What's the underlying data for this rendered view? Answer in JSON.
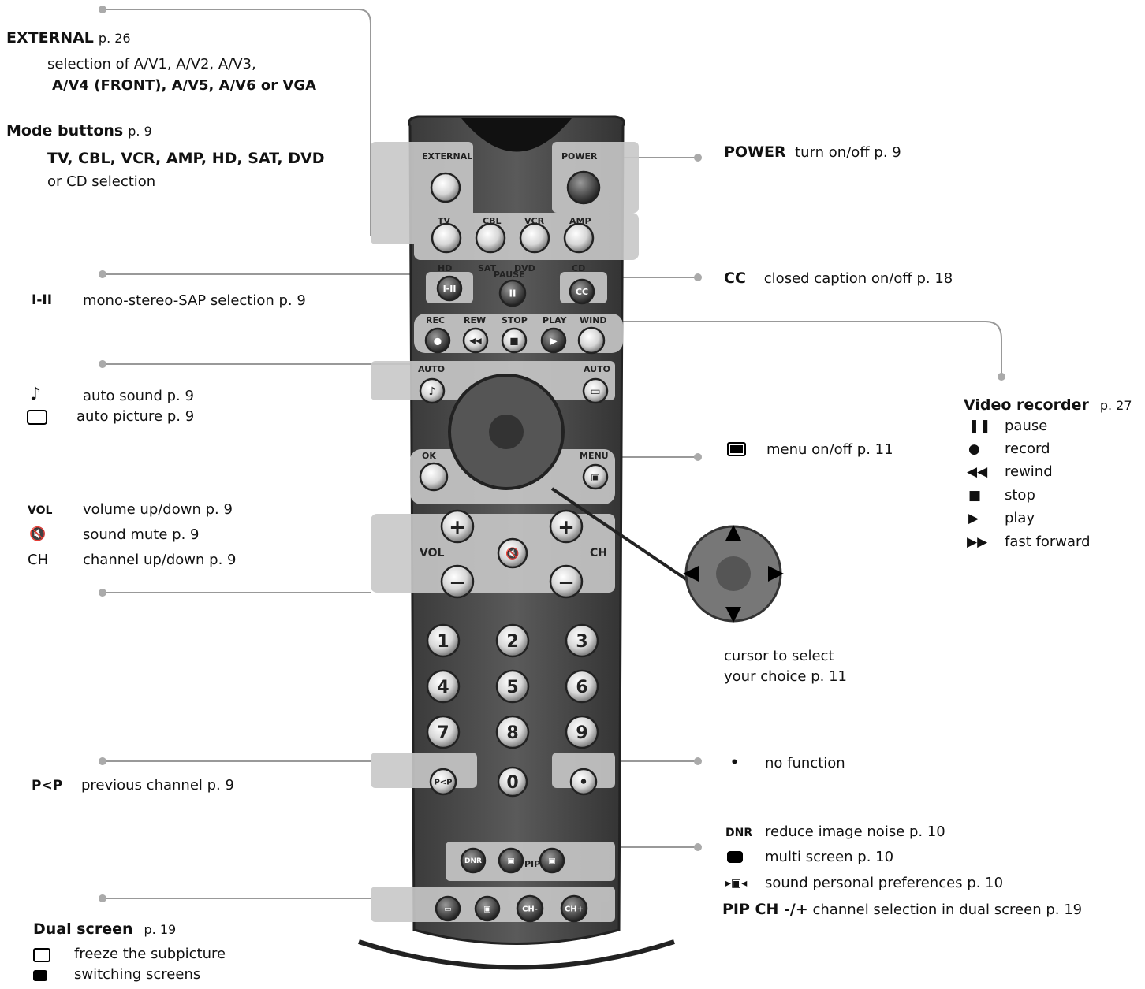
{
  "external": {
    "title": "EXTERNAL",
    "page": "p. 26",
    "line1": "selection of A/V1, A/V2, A/V3,",
    "line2": "A/V4 (FRONT), A/V5, A/V6 or VGA"
  },
  "mode": {
    "title": "Mode buttons",
    "page": "p. 9",
    "line1": "TV, CBL, VCR, AMP, HD, SAT, DVD",
    "line2": "or CD selection"
  },
  "mono": {
    "symbol": "I-II",
    "text": "mono-stereo-SAP selection  p. 9"
  },
  "auto": {
    "sound": "auto sound  p. 9",
    "picture": "auto picture  p. 9"
  },
  "vol": {
    "vol_symbol": "VOL",
    "vol_text": "volume up/down   p. 9",
    "mute_text": "sound mute   p. 9",
    "ch_symbol": "CH",
    "ch_text": "channel up/down  p. 9"
  },
  "pp": {
    "symbol": "P<P",
    "text": "previous channel   p. 9"
  },
  "dual": {
    "title": "Dual screen",
    "page": "p. 19",
    "freeze": "freeze the subpicture",
    "switch": "switching screens"
  },
  "power": {
    "title": "POWER",
    "text": "turn on/off  p. 9"
  },
  "cc": {
    "title": "CC",
    "text": "closed caption on/off  p. 18"
  },
  "video": {
    "title": "Video recorder",
    "page": "p. 27",
    "pause": "pause",
    "record": "record",
    "rewind": "rewind",
    "stop": "stop",
    "play": "play",
    "ff": "fast forward"
  },
  "menu": {
    "text": "menu on/off  p. 11"
  },
  "cursor": {
    "line1": "cursor to select",
    "line2": "your choice  p. 11"
  },
  "nofunc": {
    "text": "no function"
  },
  "dnr": {
    "symbol": "DNR",
    "text": "reduce image noise  p. 10",
    "multi": "multi screen  p. 10",
    "sound": "sound personal preferences  p. 10",
    "pip_title": "PIP CH -/+",
    "pip_text": "channel selection in dual screen  p. 19"
  },
  "remote": {
    "top": [
      "EXTERNAL",
      "POWER"
    ],
    "modes": [
      "TV",
      "CBL",
      "VCR",
      "AMP"
    ],
    "modes2": [
      "HD",
      "SAT",
      "DVD",
      "CD"
    ],
    "row3": [
      "I-II",
      "PAUSE",
      "CC"
    ],
    "transport": [
      "REC",
      "REW",
      "STOP",
      "PLAY",
      "WIND"
    ],
    "auto": "AUTO",
    "ok": "OK",
    "menu": "MENU",
    "vol": "VOL",
    "ch": "CH",
    "digits": [
      "1",
      "2",
      "3",
      "4",
      "5",
      "6",
      "7",
      "8",
      "9",
      "0"
    ],
    "pp": "P<P",
    "dot": "•",
    "dnr": "DNR",
    "pip": "PIP",
    "chm": "CH-",
    "chp": "CH+"
  }
}
